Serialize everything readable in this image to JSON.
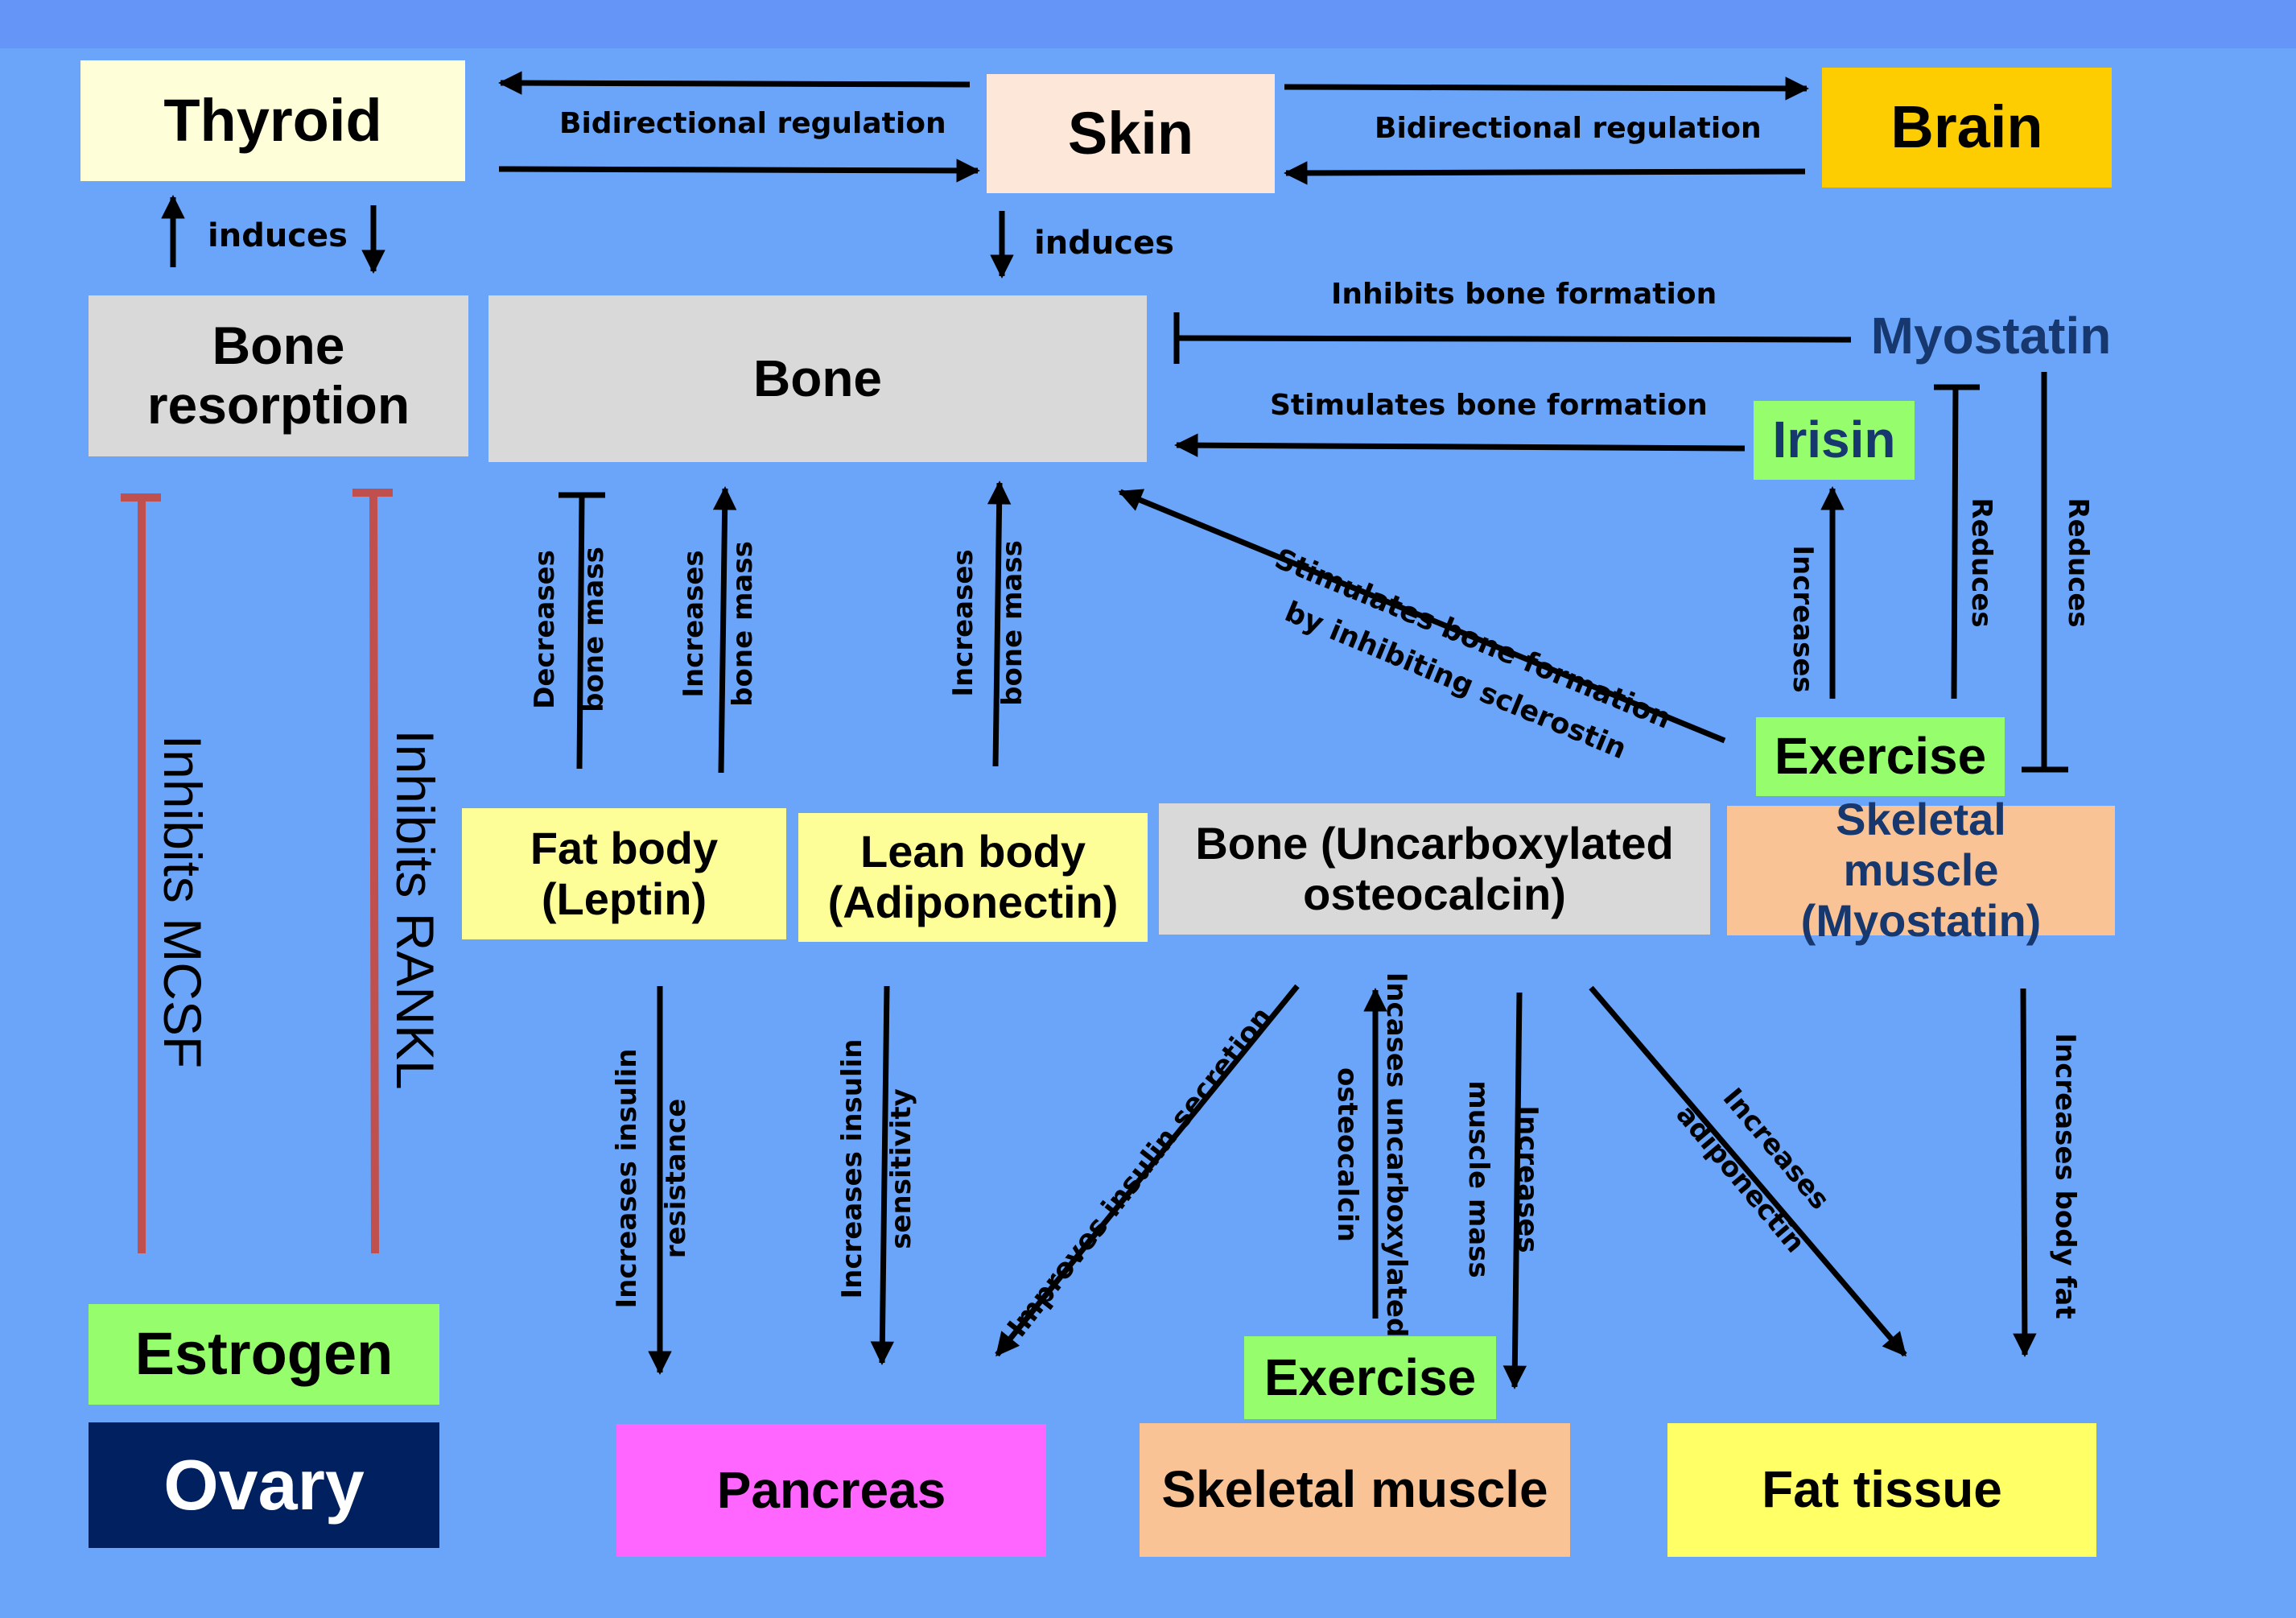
{
  "nodes": {
    "thyroid": "Thyroid",
    "skin": "Skin",
    "brain": "Brain",
    "bone_resorption": "Bone resorption",
    "bone": "Bone",
    "myostatin": "Myostatin",
    "irisin": "Irisin",
    "exercise_top": "Exercise",
    "fat_body": "Fat body (Leptin)",
    "lean_body": "Lean body (Adiponectin)",
    "bone_osteocalcin": "Bone (Uncarboxylated osteocalcin)",
    "skeletal_muscle_myostatin": "Skeletal muscle (Myostatin)",
    "estrogen": "Estrogen",
    "ovary": "Ovary",
    "pancreas": "Pancreas",
    "exercise_bottom": "Exercise",
    "skeletal_muscle": "Skeletal muscle",
    "fat_tissue": "Fat tissue"
  },
  "edges": {
    "thyroid_skin": "Bidirectional regulation",
    "skin_brain": "Bidirectional regulation",
    "thyroid_resorption": "induces",
    "skin_bone": "induces",
    "myostatin_bone": "Inhibits bone formation",
    "irisin_bone": "Stimulates bone formation",
    "exercise_bone_line1": "Stimulates bone formation",
    "exercise_bone_line2": "by inhibiting sclerostin",
    "exercise_irisin": "Increases",
    "exercise_myostatin": "Reduces",
    "muscle_myostatin": "Reduces",
    "fat_bone_line1": "Decreases",
    "fat_bone_line2": "bone mass",
    "fat_up_line1": "Increases",
    "fat_up_line2": "bone mass",
    "lean_bone_line1": "Increases",
    "lean_bone_line2": "bone mass",
    "estrogen_mcsf": "Inhibits MCSF",
    "estrogen_rankl": "Inhibits RANKL",
    "fat_pancreas_line1": "Increases insulin",
    "fat_pancreas_line2": "resistance",
    "lean_pancreas_line1": "Increases insulin",
    "lean_pancreas_line2": "sensitivity",
    "osteocalcin_pancreas": "Improves insulin secretion",
    "exercise_osteocalcin_line1": "Incases uncarboxylated",
    "exercise_osteocalcin_line2": "osteocalcin",
    "osteocalcin_muscle_line1": "Increases",
    "osteocalcin_muscle_line2": "muscle mass",
    "osteocalcin_fat_line1": "Increases",
    "osteocalcin_fat_line2": "adiponectin",
    "muscle_fat": "Increases body fat"
  },
  "colors": {
    "background": "#6aa5fa",
    "top_band": "#6595f7",
    "cream": "#fefed8",
    "peach_light": "#fce7d8",
    "amber": "#fdcd01",
    "grey": "#d9d9d9",
    "yellow": "#fefe98",
    "green": "#96fe6c",
    "orange": "#f9c395",
    "navy": "#002060",
    "magenta": "#ff66ff",
    "bright_yellow": "#ffff66",
    "dark_blue_text": "#17376f",
    "red_line": "#c0504d"
  }
}
